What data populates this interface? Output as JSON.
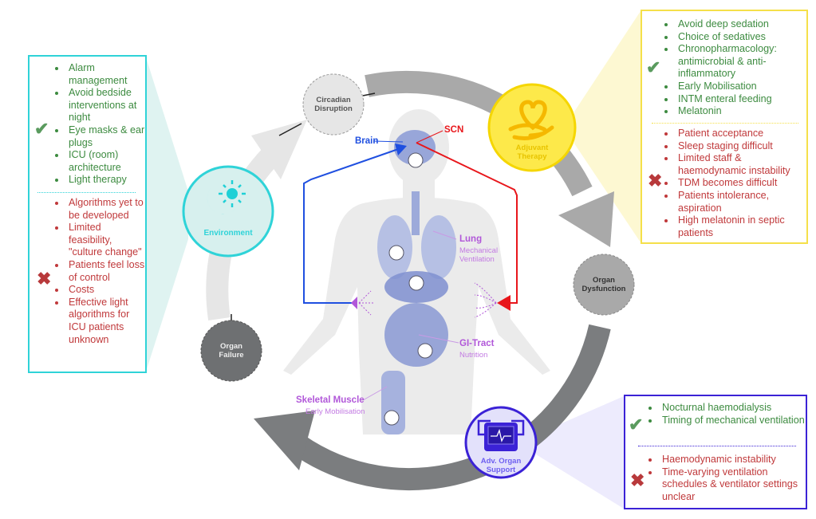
{
  "colors": {
    "environment": "#2fd3d8",
    "adjuvant": "#f7d800",
    "organ_support": "#3b22d6",
    "pro": "#3d8b40",
    "con": "#c0393b",
    "brain_arrow": "#1f4fe0",
    "scn_arrow": "#e8161b",
    "organ_label": "#b157d9"
  },
  "nodes": {
    "circadian": "Circadian Disruption",
    "environment": "Environment",
    "adjuvant": "Adjuvant Therapy",
    "organ_dysfunction": "Organ Dysfunction",
    "organ_failure": "Organ Failure",
    "organ_support": "Adv. Organ Support"
  },
  "body": {
    "brain": "Brain",
    "scn": "SCN",
    "lung": "Lung",
    "lung_sub1": "Mechanical",
    "lung_sub2": "Ventilation",
    "gi": "GI-Tract",
    "gi_sub": "Nutrition",
    "muscle": "Skeletal Muscle",
    "muscle_sub": "Early Mobilisation"
  },
  "environment_box": {
    "pros": [
      "Alarm management",
      "Avoid bedside interventions at night",
      "Eye masks & ear plugs",
      "ICU (room) architecture",
      "Light therapy"
    ],
    "cons": [
      "Algorithms yet to be developed",
      "Limited feasibility, \"culture change\"",
      "Patients feel loss of control",
      "Costs",
      "Effective light algorithms for ICU patients unknown"
    ]
  },
  "adjuvant_box": {
    "pros": [
      "Avoid deep sedation",
      "Choice of sedatives",
      "Chronopharmacology: antimicrobial & anti-inflammatory",
      "Early Mobilisation",
      "INTM enteral feeding",
      "Melatonin"
    ],
    "cons": [
      "Patient acceptance",
      "Sleep staging difficult",
      "Limited staff & haemodynamic instability",
      "TDM becomes difficult",
      "Patients intolerance, aspiration",
      "High melatonin in septic patients"
    ]
  },
  "support_box": {
    "pros": [
      "Nocturnal haemodialysis",
      "Timing of mechanical ventilation"
    ],
    "cons": [
      "Haemodynamic instability",
      "Time-varying ventilation schedules & ventilator settings unclear"
    ]
  },
  "icons": {
    "pro": "check-icon",
    "con": "cross-icon",
    "environment": "moon-sun-icon",
    "adjuvant": "heart-hand-icon",
    "organ_support": "monitor-icon",
    "clock": "clock-icon"
  }
}
